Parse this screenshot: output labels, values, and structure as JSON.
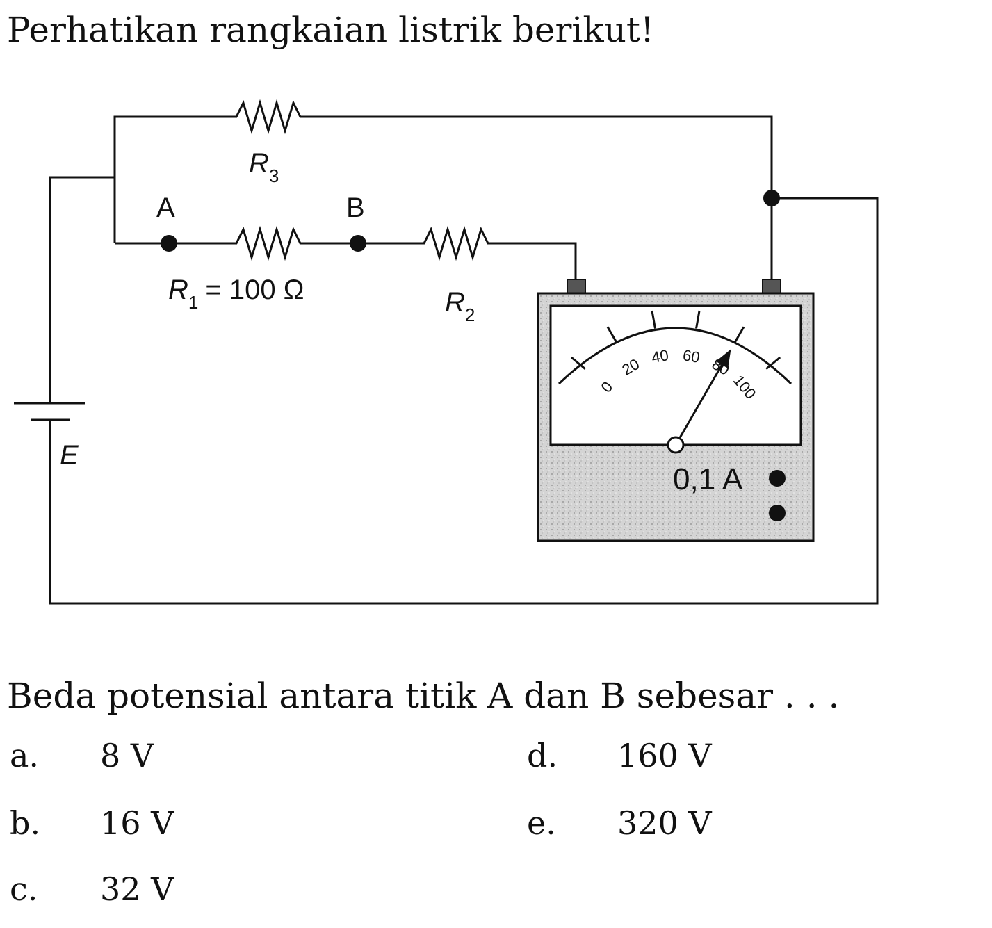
{
  "question": {
    "intro": "Perhatikan rangkaian listrik berikut!",
    "prompt": "Beda potensial antara titik A dan B sebesar . . ."
  },
  "circuit": {
    "battery_label": "E",
    "point_a": "A",
    "point_b": "B",
    "r1_label": "R",
    "r1_sub": "1",
    "r1_value": "= 100 Ω",
    "r2_label": "R",
    "r2_sub": "2",
    "r3_label": "R",
    "r3_sub": "3",
    "ammeter": {
      "scale": [
        "0",
        "20",
        "40",
        "60",
        "80",
        "100"
      ],
      "reading": 80,
      "scale_max": 100,
      "range_label": "0,1 A"
    }
  },
  "options": [
    {
      "letter": "a.",
      "value": "8 V"
    },
    {
      "letter": "b.",
      "value": "16 V"
    },
    {
      "letter": "c.",
      "value": "32 V"
    },
    {
      "letter": "d.",
      "value": "160 V"
    },
    {
      "letter": "e.",
      "value": "320 V"
    }
  ]
}
